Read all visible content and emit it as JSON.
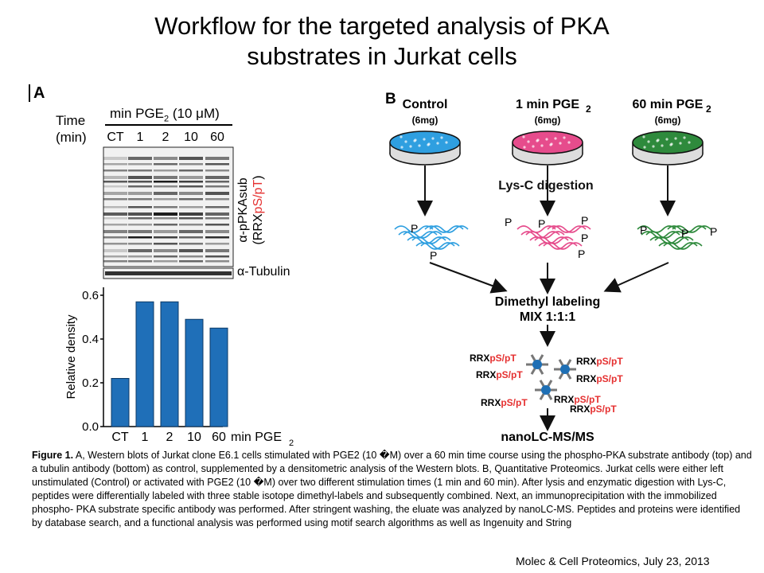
{
  "title_line1": "Workflow for the targeted analysis of PKA",
  "title_line2": "substrates in Jurkat cells",
  "panel_a": {
    "label": "A",
    "time_label_1": "Time",
    "time_label_2": "(min)",
    "treatment_label": "min PGE",
    "treatment_sub": "2",
    "treatment_conc": "(10 μM)",
    "lanes": [
      "CT",
      "1",
      "2",
      "10",
      "60"
    ],
    "blot_label_1": "α-pPKAsub",
    "blot_label_2a": "(RRX",
    "blot_label_2b": "pS/pT",
    "blot_label_2c": ")",
    "tubulin_label": "α-Tubulin"
  },
  "panel_b": {
    "label": "B",
    "conditions": [
      {
        "name": "Control",
        "amount": "(6mg)",
        "color": "#2f9fe0"
      },
      {
        "name": "1 min PGE",
        "sub": "2",
        "amount": "(6mg)",
        "color": "#e64c8c"
      },
      {
        "name": "60 min PGE",
        "sub": "2",
        "amount": "(6mg)",
        "color": "#2e8a3c"
      }
    ],
    "step_digestion": "Lys-C digestion",
    "step_labeling_1": "Dimethyl labeling",
    "step_labeling_2": "MIX 1:1:1",
    "phospho_mark": "P",
    "motif_prefix": "RRX",
    "motif_red": "pS/pT",
    "step_final": "nanoLC-MS/MS"
  },
  "chart_data": {
    "type": "bar",
    "categories": [
      "CT",
      "1",
      "2",
      "10",
      "60"
    ],
    "values": [
      0.22,
      0.57,
      0.57,
      0.49,
      0.45
    ],
    "xlabel_suffix": "min PGE",
    "xlabel_sub": "2",
    "ylabel": "Relative density",
    "ylim": [
      0,
      0.6
    ],
    "yticks": [
      "0.0",
      "0.2",
      "0.4",
      "0.6"
    ],
    "bar_color": "#1f6fb8",
    "grid": false
  },
  "caption": {
    "lead": "Figure 1.",
    "body": " A, Western blots of Jurkat clone E6.1 cells stimulated with PGE2 (10 �M) over a 60 min time course using the phospho-PKA substrate antibody (top) and a tubulin antibody (bottom) as control, supplemented by a densitometric analysis of the Western blots. B, Quantitative Proteomics. Jurkat cells were either left unstimulated (Control) or activated with PGE2 (10 �M) over two different stimulation times (1 min and 60 min). After lysis and enzymatic digestion with Lys-C, peptides were differentially labeled with three stable isotope dimethyl-labels and subsequently combined. Next, an immunoprecipitation with the immobilized phospho- PKA substrate specific antibody was performed. After stringent washing, the eluate was analyzed by nanoLC-MS. Peptides and proteins were identified by database search, and a functional analysis was performed using motif search algorithms as well as Ingenuity and String"
  },
  "source": "Molec & Cell Proteomics, July 23, 2013"
}
